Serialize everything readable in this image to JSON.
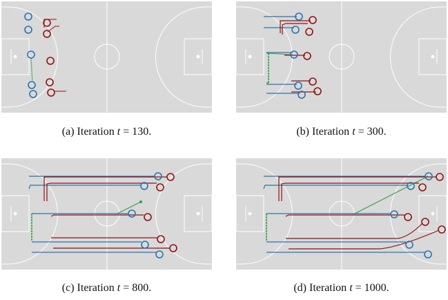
{
  "colors": {
    "court": "#d9d9d9",
    "court_line": "#ffffff",
    "team_a": "#2a73b0",
    "team_b": "#8e1212",
    "ball": "#2f9e44"
  },
  "panels": [
    {
      "caption_prefix": "(a) Iteration",
      "caption_var": "t",
      "caption_eq": " = 130."
    },
    {
      "caption_prefix": "(b) Iteration",
      "caption_var": "t",
      "caption_eq": " = 300."
    },
    {
      "caption_prefix": "(c) Iteration",
      "caption_var": "t",
      "caption_eq": " = 800."
    },
    {
      "caption_prefix": "(d) Iteration",
      "caption_var": "t",
      "caption_eq": " = 1000."
    }
  ]
}
